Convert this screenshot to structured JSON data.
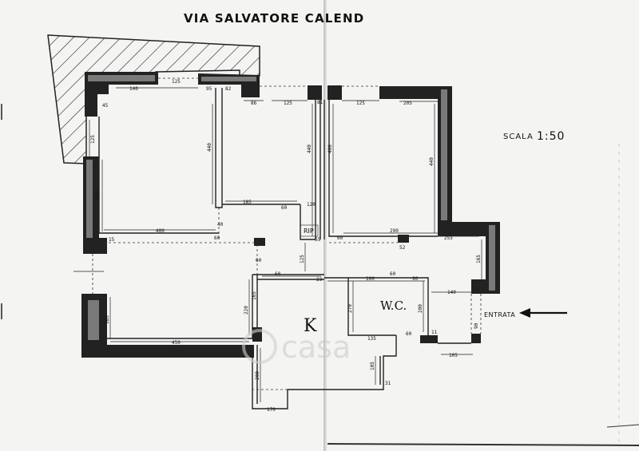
{
  "plan": {
    "street_name": "VIA SALVATORE CALEND",
    "scale_label": "SCALA",
    "scale_value": "1:50",
    "entrance_label": "ENTRATA",
    "watermark_text": "casa"
  },
  "rooms": {
    "kitchen": "K",
    "bathroom": "W.C.",
    "storage": "RIP"
  },
  "dimensions": {
    "d_top_125a": "125",
    "d_top_140": "140",
    "d_top_95": "95",
    "d_top_82": "82",
    "d_top_86": "86",
    "d_top_125b": "125",
    "d_top_81": "81",
    "d_top_125c": "125",
    "d_top_205": "205",
    "d_45": "45",
    "d_125_left": "125",
    "d_272": "272",
    "d_440a": "440",
    "d_440b": "440",
    "d_400a": "400",
    "d_440c": "440",
    "d_185": "185",
    "d_60a": "60",
    "d_120": "120",
    "d_40": "40",
    "d_400b": "400",
    "d_15": "15",
    "d_60b": "60",
    "d_65": "65",
    "d_60c": "60",
    "d_290": "290",
    "d_255": "255",
    "d_52": "52",
    "d_165": "165",
    "d_125_mid": "125",
    "d_60d": "60",
    "d_23": "23",
    "d_100": "100",
    "d_60e": "60",
    "d_90": "90",
    "d_140": "140",
    "d_220": "220",
    "d_165b": "165",
    "d_270": "270",
    "d_200": "200",
    "d_185b": "185",
    "d_450": "450",
    "d_135": "135",
    "d_60f": "60",
    "d_11": "11",
    "d_105": "105",
    "d_31": "31",
    "d_200b": "200",
    "d_170": "170",
    "d_105b": "105",
    "d_90b": "90",
    "d_60g": "60"
  }
}
